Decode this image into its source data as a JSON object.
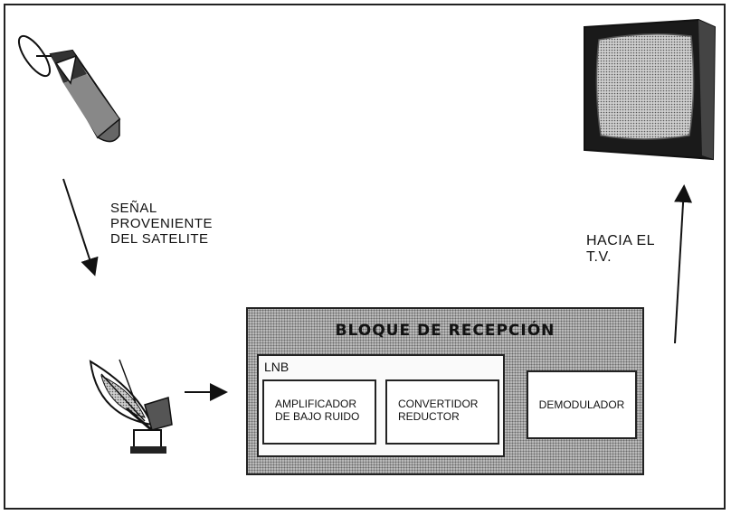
{
  "labels": {
    "signal_line1": "SEÑAL",
    "signal_line2": "PROVENIENTE",
    "signal_line3": "DEL SATELITE",
    "tv_line1": "HACIA EL",
    "tv_line2": "T.V."
  },
  "block": {
    "title": "BLOQUE DE RECEPCIÓN",
    "lnb_label": "LNB",
    "amp_line1": "AMPLIFICADOR",
    "amp_line2": "DE BAJO RUIDO",
    "conv_line1": "CONVERTIDOR",
    "conv_line2": "REDUCTOR",
    "demod": "DEMODULADOR"
  },
  "icons": [
    "satellite-icon",
    "dish-antenna-icon",
    "television-icon"
  ]
}
